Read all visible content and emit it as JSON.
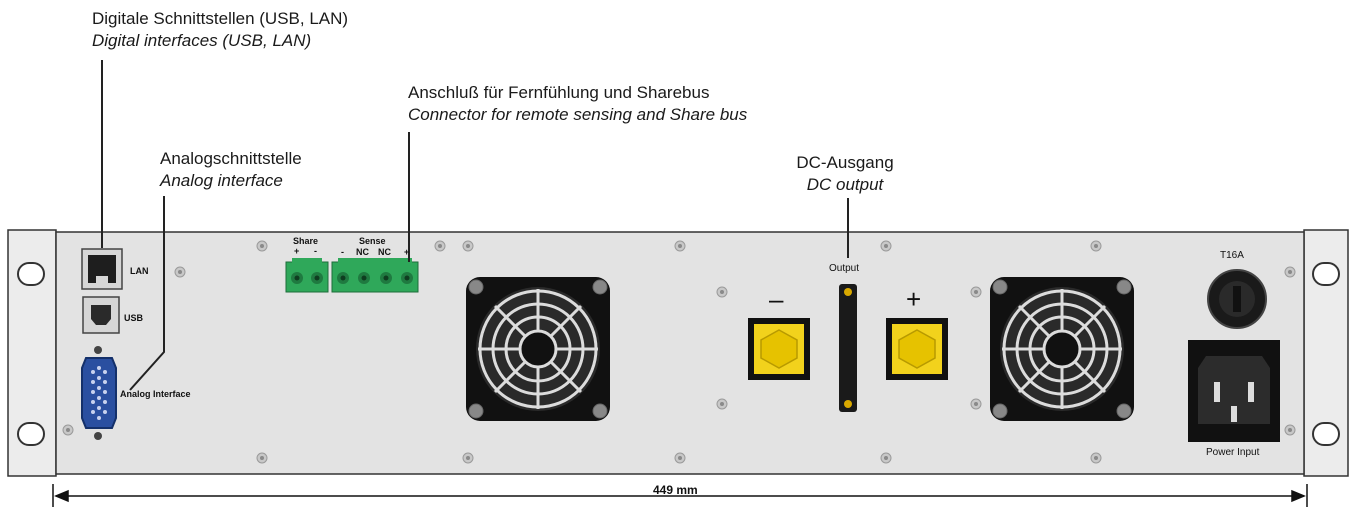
{
  "callouts": {
    "digital": {
      "de": "Digitale Schnittstellen (USB, LAN)",
      "en": "Digital interfaces (USB, LAN)"
    },
    "sense": {
      "de": "Anschluß für Fernfühlung und Sharebus",
      "en": "Connector for remote sensing and Share bus"
    },
    "analog": {
      "de": "Analogschnittstelle",
      "en": "Analog interface"
    },
    "dc": {
      "de": "DC-Ausgang",
      "en": "DC output"
    }
  },
  "panel_labels": {
    "lan": "LAN",
    "usb": "USB",
    "analog_interface": "Analog Interface",
    "share": "Share",
    "sense": "Sense",
    "plus": "+",
    "minus": "-",
    "nc": "NC",
    "output": "Output",
    "output_minus": "–",
    "output_plus": "+",
    "fuse": "T16A",
    "power_input": "Power Input"
  },
  "dimension": {
    "width_label": "449 mm"
  },
  "colors": {
    "panel": "#e3e3e3",
    "terminal_green": "#2fa85a",
    "dc_terminal": "#f2d21c",
    "fan": "#111111"
  }
}
